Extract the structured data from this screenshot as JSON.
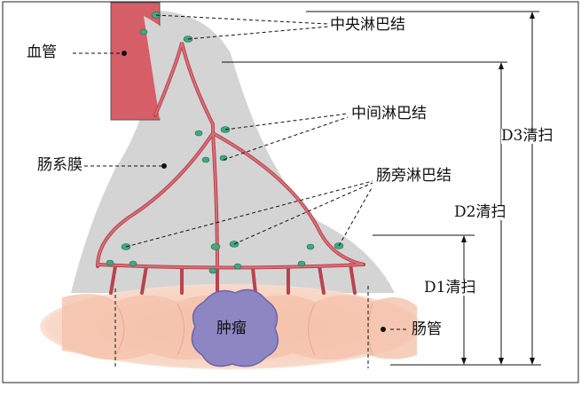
{
  "labels": {
    "vessel": "血管",
    "mesentery": "肠系膜",
    "central_ln": "中央淋巴结",
    "intermediate_ln": "中间淋巴结",
    "paracolic_ln": "肠旁淋巴结",
    "tumor": "肿瘤",
    "intestine": "肠管",
    "d1": "D1清扫",
    "d2": "D2清扫",
    "d3": "D3清扫"
  },
  "colors": {
    "vessel": "#d65e67",
    "mesentery": "#d4d4d4",
    "node": "#3fa882",
    "tumor": "#8d86c2",
    "intestine": "#f4c9b4"
  }
}
